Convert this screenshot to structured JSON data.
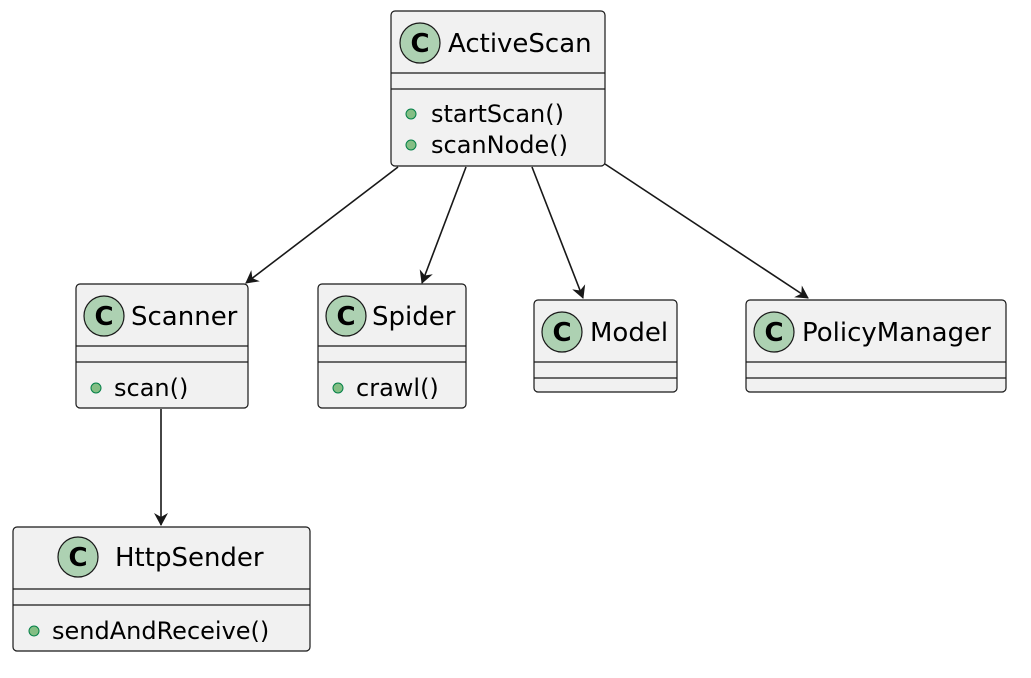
{
  "diagram": {
    "classes": {
      "active_scan": {
        "stereotype": "C",
        "name": "ActiveScan",
        "methods": [
          "startScan()",
          "scanNode()"
        ]
      },
      "scanner": {
        "stereotype": "C",
        "name": "Scanner",
        "methods": [
          "scan()"
        ]
      },
      "spider": {
        "stereotype": "C",
        "name": "Spider",
        "methods": [
          "crawl()"
        ]
      },
      "model": {
        "stereotype": "C",
        "name": "Model",
        "methods": []
      },
      "policy_manager": {
        "stereotype": "C",
        "name": "PolicyManager",
        "methods": []
      },
      "http_sender": {
        "stereotype": "C",
        "name": "HttpSender",
        "methods": [
          "sendAndReceive()"
        ]
      }
    },
    "relations": [
      {
        "from": "ActiveScan",
        "to": "Scanner"
      },
      {
        "from": "ActiveScan",
        "to": "Spider"
      },
      {
        "from": "ActiveScan",
        "to": "Model"
      },
      {
        "from": "ActiveScan",
        "to": "PolicyManager"
      },
      {
        "from": "Scanner",
        "to": "HttpSender"
      }
    ],
    "colors": {
      "class_fill": "#f1f1f1",
      "stereotype_circle": "#add1b2",
      "method_dot": "#84be84",
      "line": "#181818"
    }
  }
}
